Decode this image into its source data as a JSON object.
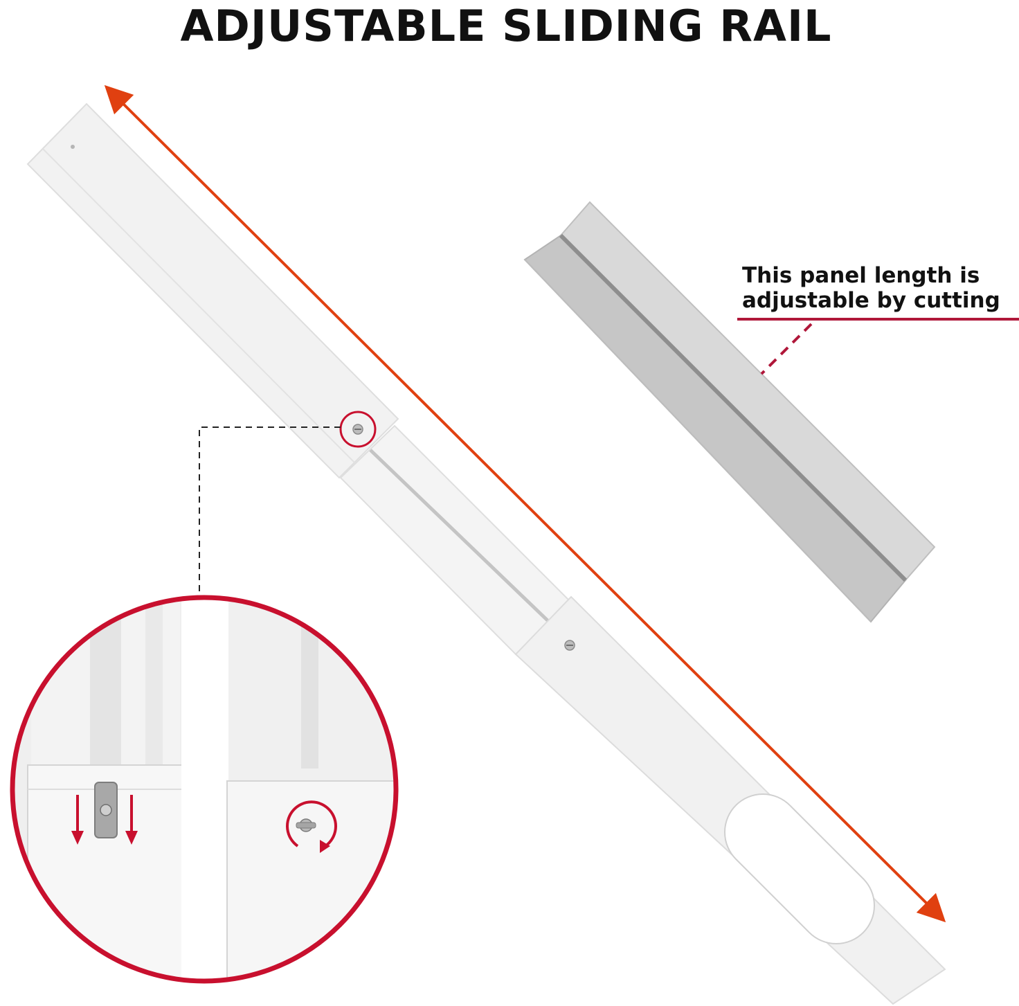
{
  "heading": "ADJUSTABLE SLIDING RAIL",
  "note": {
    "line1": "This panel length is",
    "line2": "adjustable by cutting"
  },
  "colors": {
    "arrow": "#e04010",
    "accent_red": "#c8102e",
    "callout_line": "#b0173a",
    "panel": "#f1f1f1",
    "panel_edge": "#dcdcdc",
    "extension_panel": "#c9c9c9",
    "text": "#111111"
  },
  "icons": {
    "length_arrow": "double-headed-arrow-icon",
    "slide_arrows": "down-arrow-icon",
    "rotate": "rotate-arrow-icon",
    "screw": "screw-icon"
  }
}
